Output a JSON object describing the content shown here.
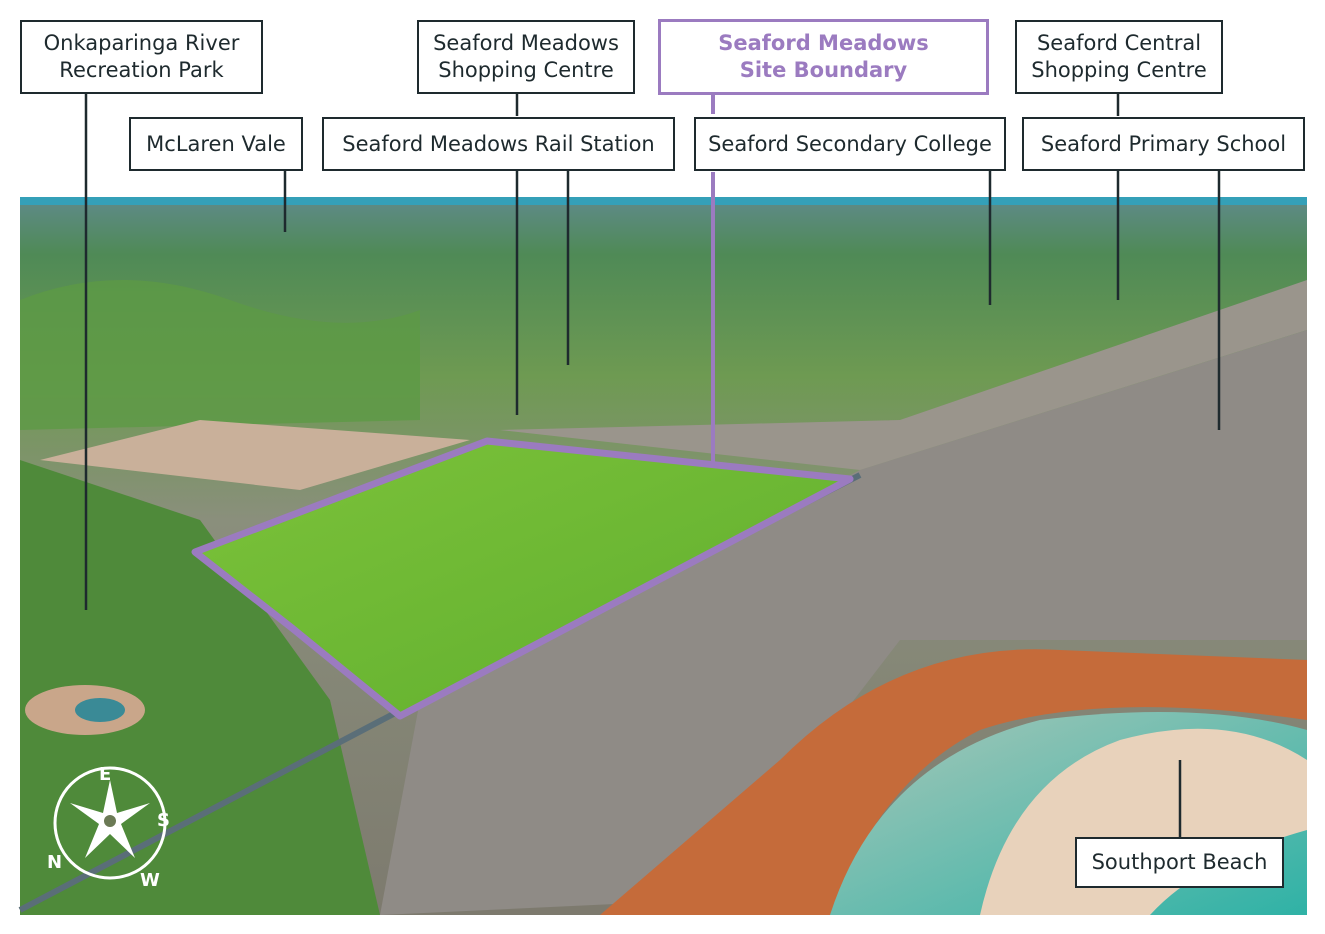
{
  "labels": {
    "onkaparinga": [
      "Onkaparinga River",
      "Recreation Park"
    ],
    "shopping_meadows": [
      "Seaford Meadows",
      "Shopping Centre"
    ],
    "site_boundary": [
      "Seaford Meadows",
      "Site Boundary"
    ],
    "shopping_central": [
      "Seaford Central",
      "Shopping Centre"
    ],
    "mclaren_vale": "McLaren Vale",
    "rail_station": "Seaford Meadows Rail Station",
    "secondary_college": "Seaford Secondary College",
    "primary_school": "Seaford Primary School",
    "southport_beach": "Southport Beach"
  },
  "compass": {
    "top": "E",
    "right": "S",
    "bottom": "W",
    "left": "N"
  },
  "colors": {
    "site_boundary": "#9b7bc0",
    "label_border": "#1e2a2e"
  }
}
